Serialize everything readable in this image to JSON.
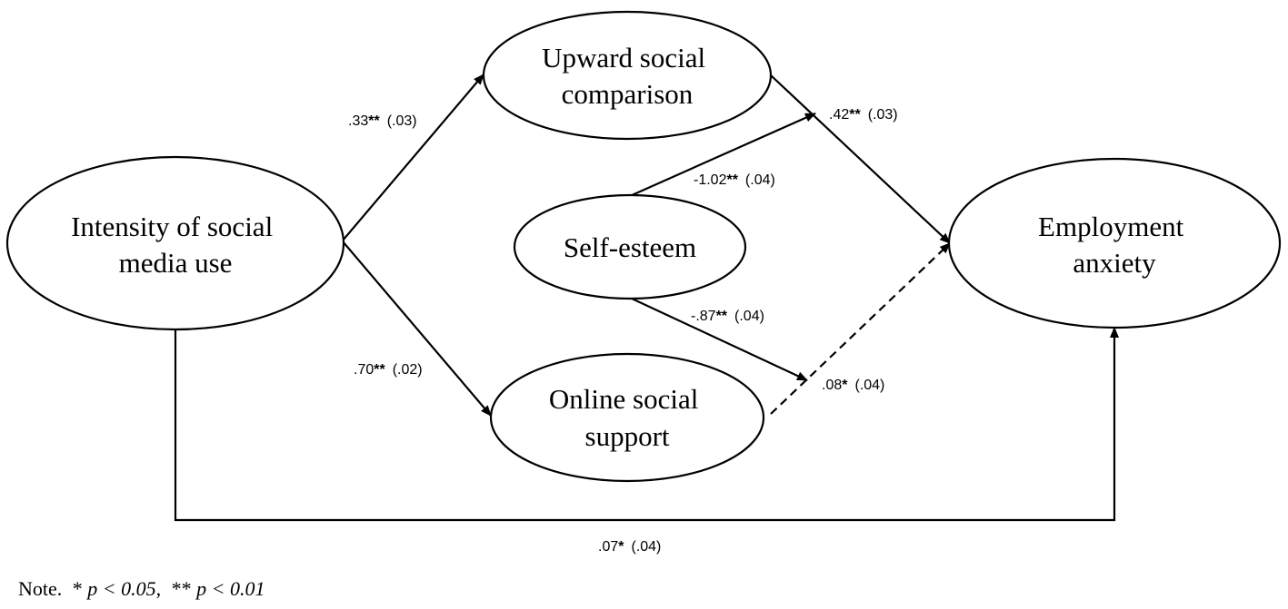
{
  "nodes": {
    "intensity": {
      "lines": [
        "Intensity of social",
        "media use"
      ]
    },
    "upward": {
      "lines": [
        "Upward social",
        "comparison"
      ]
    },
    "self_esteem": {
      "lines": [
        "Self-esteem"
      ]
    },
    "online": {
      "lines": [
        "Online social",
        "support"
      ]
    },
    "employment": {
      "lines": [
        "Employment",
        "anxiety"
      ]
    }
  },
  "edges": {
    "intensity_upward": {
      "coef": ".33",
      "sig": "**",
      "se": "(.03)",
      "style": "solid"
    },
    "intensity_online": {
      "coef": ".70",
      "sig": "**",
      "se": "(.02)",
      "style": "solid"
    },
    "upward_employment": {
      "coef": ".42",
      "sig": "**",
      "se": "(.03)",
      "style": "solid"
    },
    "selfesteem_upward_path": {
      "coef": "-1.02",
      "sig": "**",
      "se": "(.04)",
      "style": "solid"
    },
    "selfesteem_online_path": {
      "coef": "-.87",
      "sig": "**",
      "se": "(.04)",
      "style": "solid"
    },
    "online_employment": {
      "coef": ".08",
      "sig": "*",
      "se": "(.04)",
      "style": "dashed"
    },
    "intensity_employment": {
      "coef": ".07",
      "sig": "*",
      "se": "(.04)",
      "style": "solid"
    }
  },
  "note": {
    "prefix": "Note.",
    "sig1_stars": "*",
    "sig1_text": "p < 0.05,",
    "sig2_stars": "**",
    "sig2_text": "p < 0.01"
  }
}
